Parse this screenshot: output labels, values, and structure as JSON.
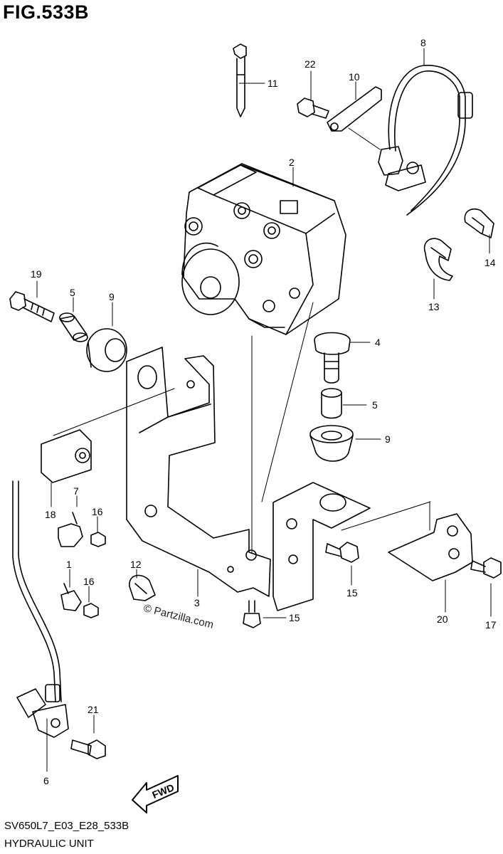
{
  "figure": {
    "title": "FIG.533B",
    "code": "SV650L7_E03_E28_533B",
    "name": "HYDRAULIC UNIT"
  },
  "watermark": {
    "symbol": "©",
    "text": "Partzilla.com"
  },
  "direction_marker": "FWD",
  "callouts": [
    {
      "id": "c1",
      "label": "1"
    },
    {
      "id": "c2",
      "label": "2"
    },
    {
      "id": "c3",
      "label": "3"
    },
    {
      "id": "c4",
      "label": "4"
    },
    {
      "id": "c5a",
      "label": "5"
    },
    {
      "id": "c5b",
      "label": "5"
    },
    {
      "id": "c6",
      "label": "6"
    },
    {
      "id": "c7",
      "label": "7"
    },
    {
      "id": "c8",
      "label": "8"
    },
    {
      "id": "c9a",
      "label": "9"
    },
    {
      "id": "c9b",
      "label": "9"
    },
    {
      "id": "c10",
      "label": "10"
    },
    {
      "id": "c11",
      "label": "11"
    },
    {
      "id": "c12",
      "label": "12"
    },
    {
      "id": "c13",
      "label": "13"
    },
    {
      "id": "c14",
      "label": "14"
    },
    {
      "id": "c15a",
      "label": "15"
    },
    {
      "id": "c15b",
      "label": "15"
    },
    {
      "id": "c16a",
      "label": "16"
    },
    {
      "id": "c16b",
      "label": "16"
    },
    {
      "id": "c17",
      "label": "17"
    },
    {
      "id": "c18",
      "label": "18"
    },
    {
      "id": "c19",
      "label": "19"
    },
    {
      "id": "c20",
      "label": "20"
    },
    {
      "id": "c21",
      "label": "21"
    },
    {
      "id": "c22",
      "label": "22"
    }
  ]
}
